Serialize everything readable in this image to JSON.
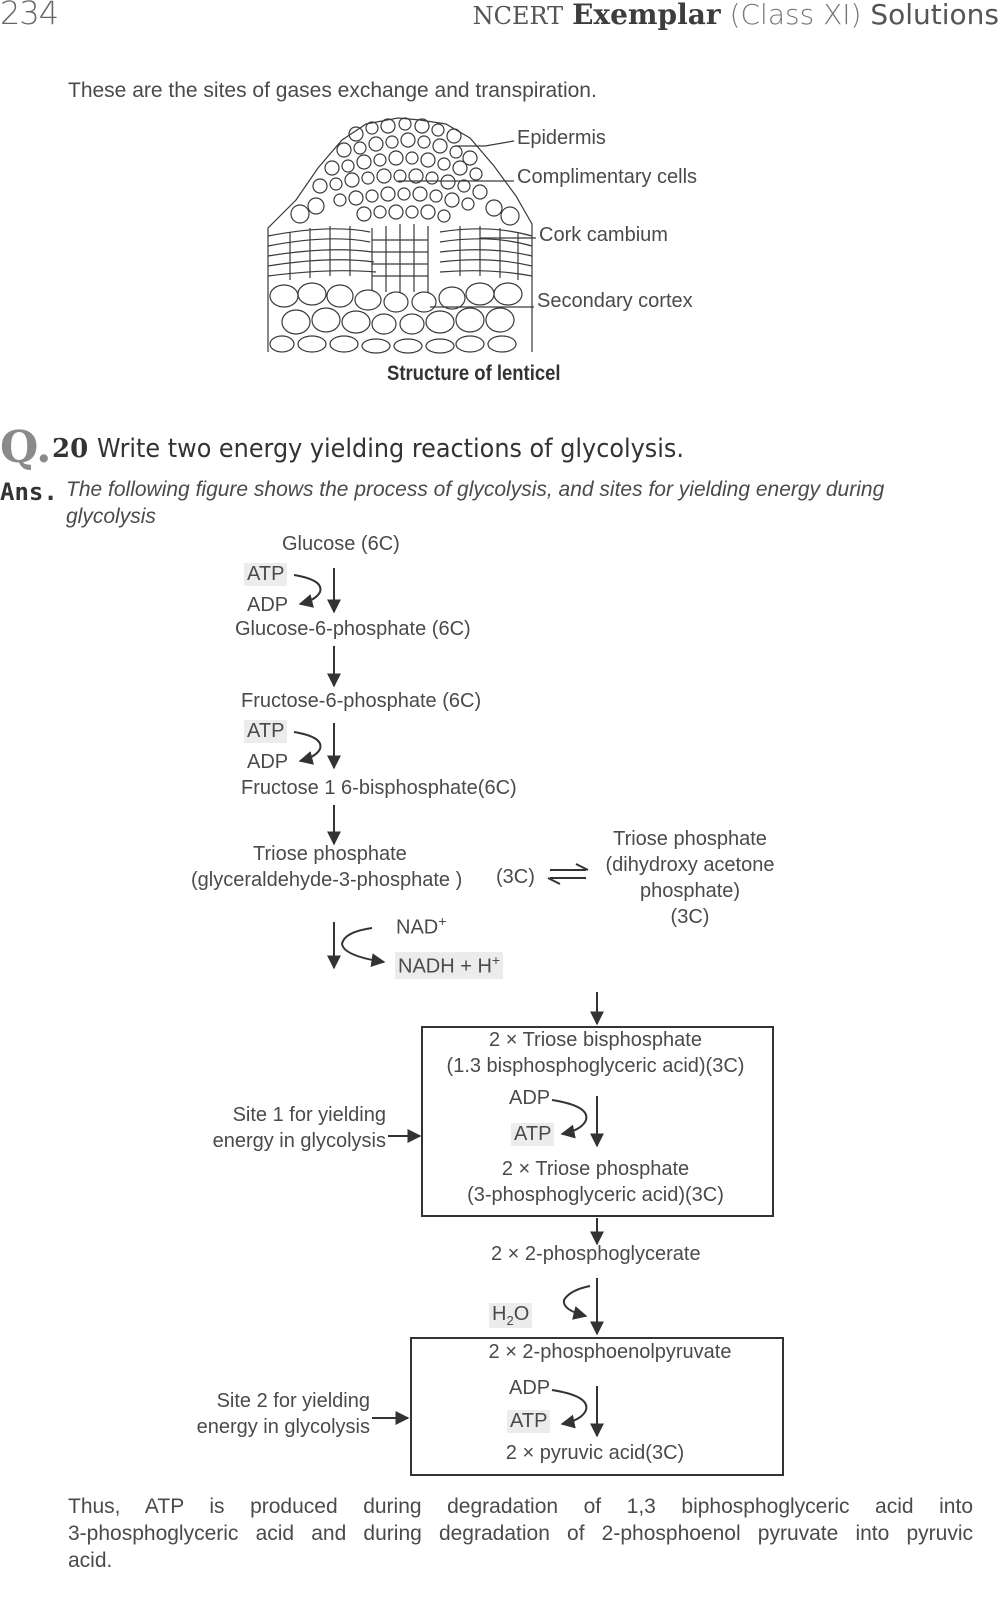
{
  "header": {
    "page_number": "234",
    "ncert": "NCERT",
    "exemplar": "Exemplar",
    "class_label": "(Class XI)",
    "solutions": "Solutions"
  },
  "intro_line": "These are the sites of gases exchange and transpiration.",
  "lenticel_figure": {
    "labels": [
      "Epidermis",
      "Complimentary cells",
      "Cork cambium",
      "Secondary cortex"
    ],
    "caption": "Structure of lenticel"
  },
  "question": {
    "mark": "Q.",
    "number": "20",
    "text": "Write two energy yielding reactions of glycolysis."
  },
  "answer": {
    "label": "Ans.",
    "line1": "The following figure shows the process of glycolysis, and sites for yielding energy during",
    "line2": "glycolysis"
  },
  "glycolysis": {
    "glucose": "Glucose (6C)",
    "atp": "ATP",
    "adp": "ADP",
    "g6p": "Glucose-6-phosphate (6C)",
    "f6p": "Fructose-6-phosphate (6C)",
    "f16bp": "Fructose 1 6-bisphosphate(6C)",
    "triose_g3p_1": "Triose phosphate",
    "triose_g3p_2": "(glyceraldehyde-3-phosphate )",
    "three_c": "(3C)",
    "dhap_1": "Triose phosphate",
    "dhap_2": "(dihydroxy acetone",
    "dhap_3": "phosphate)",
    "dhap_4": "(3C)",
    "nad": "NAD",
    "nadh": "NADH + H",
    "plus": "+",
    "box1_line1": "2 × Triose bisphosphate",
    "box1_line2": "(1.3 bisphosphoglyceric acid)(3C)",
    "box1_line3": "2 × Triose phosphate",
    "box1_line4": "(3-phosphoglyceric acid)(3C)",
    "site1_line1": "Site 1 for yielding",
    "site1_line2": "energy in glycolysis",
    "pg2": "2 × 2-phosphoglycerate",
    "h2o_h": "H",
    "h2o_2": "2",
    "h2o_o": "O",
    "box2_line1": "2 × 2-phosphoenolpyruvate",
    "box2_line2": "2 × pyruvic acid(3C)",
    "site2_line1": "Site 2 for yielding",
    "site2_line2": "energy in glycolysis"
  },
  "conclusion": {
    "line1": "Thus, ATP is produced during degradation of 1,3 biphosphoglyceric acid into",
    "line2": "3-phosphoglyceric acid and during degradation of 2-phosphoenol pyruvate into pyruvic",
    "line3": "acid."
  }
}
